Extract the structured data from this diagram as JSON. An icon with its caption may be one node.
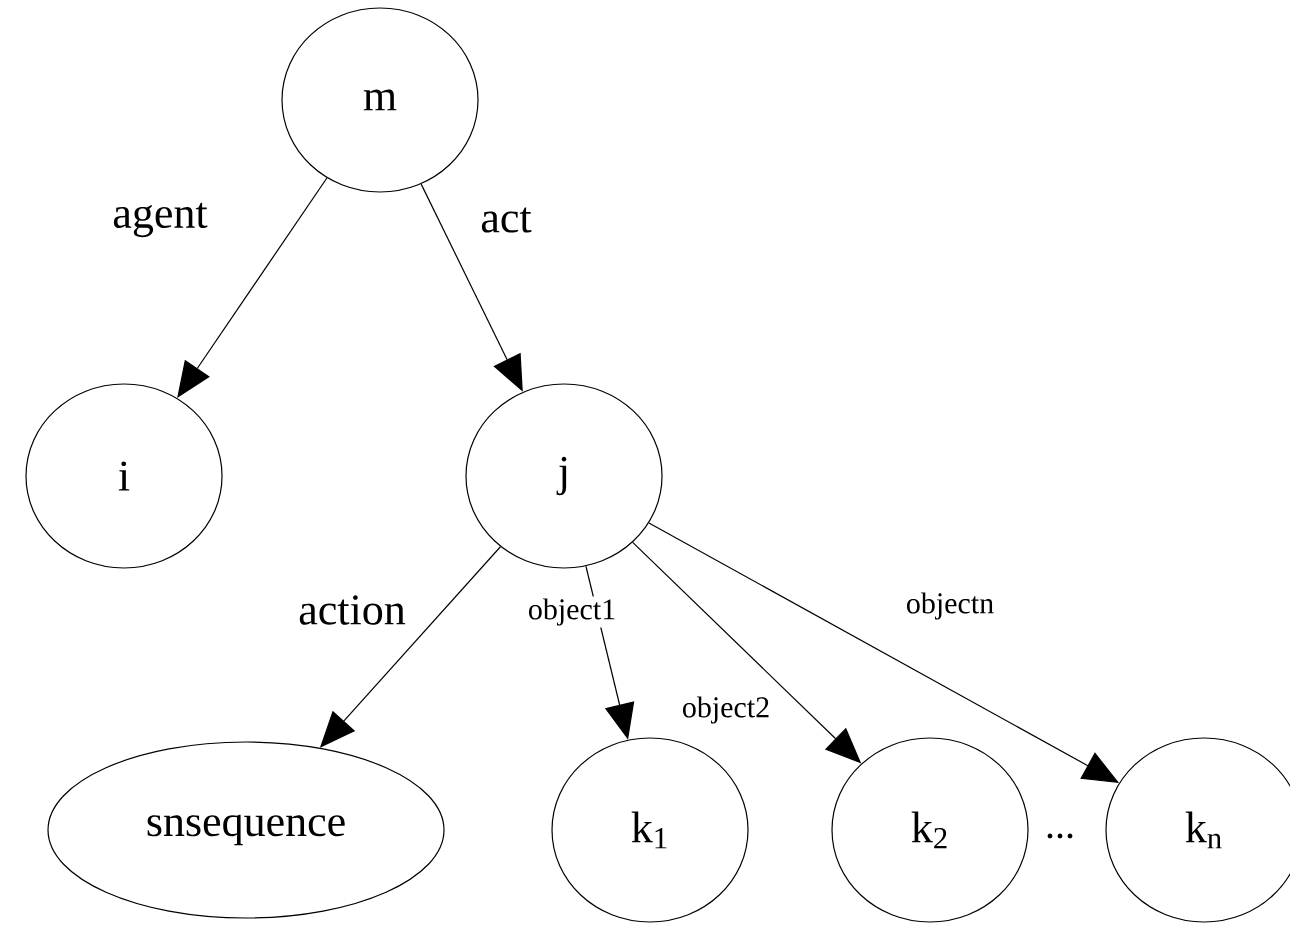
{
  "diagram": {
    "nodes": [
      {
        "text": [
          "m"
        ]
      },
      {
        "text": [
          "i"
        ]
      },
      {
        "text": [
          "j"
        ]
      },
      {
        "text": [
          "snsequence"
        ]
      },
      {
        "text": [
          "k$_{1}$"
        ]
      },
      {
        "text": [
          "k$_{2}$"
        ]
      },
      {
        "text": [
          "k$_{n}$"
        ]
      }
    ],
    "edges": [
      {
        "from": 0,
        "to": 1,
        "arrow": "to",
        "label": "agent"
      },
      {
        "from": 0,
        "to": 2,
        "arrow": "to",
        "label": "act"
      },
      {
        "from": 2,
        "to": 3,
        "arrow": "to",
        "label": "action"
      },
      {
        "from": 2,
        "to": 4,
        "arrow": "to",
        "label": "object1"
      },
      {
        "from": 2,
        "to": 5,
        "arrow": "to",
        "label": "object2"
      },
      {
        "from": 2,
        "to": 6,
        "arrow": "to",
        "label": "objectn"
      }
    ],
    "labels": [
      "..."
    ]
  }
}
